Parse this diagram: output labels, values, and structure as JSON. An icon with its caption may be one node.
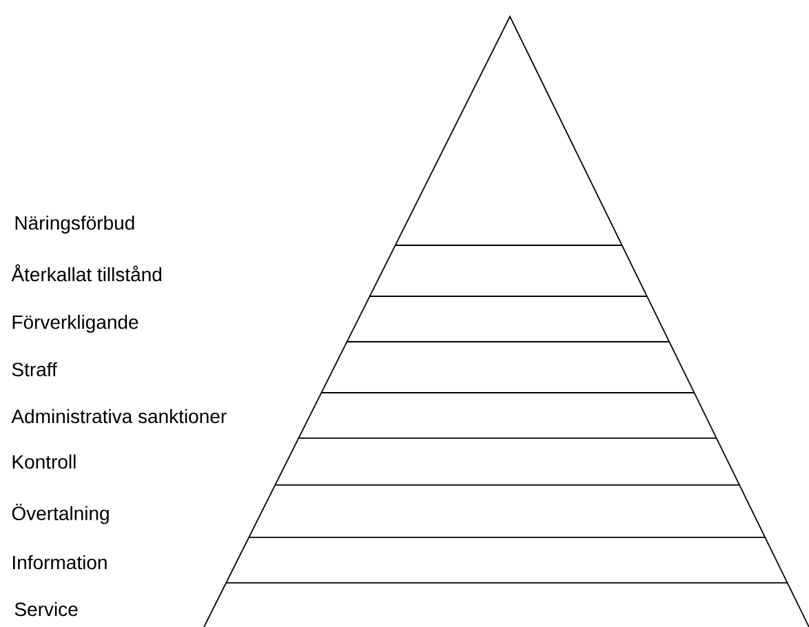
{
  "diagram": {
    "labels": [
      "Näringsförbud",
      "Återkallat tillstånd",
      "Förverkligande",
      "Straff",
      "Administrativa sanktioner",
      "Kontroll",
      "Övertalning",
      "Information",
      "Service"
    ]
  }
}
